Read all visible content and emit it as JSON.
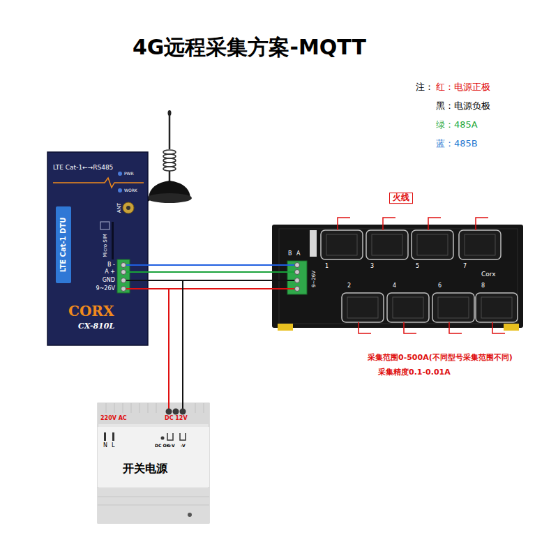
{
  "diagram": {
    "title": "4G远程采集方案-MQTT",
    "nodes": [
      {
        "text": [
          "LTE Cat-1←→RS485",
          "PWR",
          "WORK",
          "ANT",
          "Micro SIM",
          "LTE Cat-1 DTU",
          "B -",
          "A +",
          "GND",
          "9~26V",
          "CORX",
          "CX-810L"
        ]
      },
      {
        "text": [
          "火线",
          "1",
          "3",
          "5",
          "7",
          "2",
          "4",
          "6",
          "8",
          "B",
          "A",
          "9~26V",
          "Corx"
        ]
      },
      {
        "text": [
          "220V AC",
          "DC 12V",
          "N",
          "L",
          "DC OK",
          "+V",
          "-V",
          "开关电源"
        ]
      }
    ],
    "edges": [
      {
        "from": 0,
        "to": 1,
        "arrow": "none"
      },
      {
        "from": 0,
        "to": 1,
        "arrow": "none"
      },
      {
        "from": 0,
        "to": 1,
        "arrow": "none"
      },
      {
        "from": 0,
        "to": 1,
        "arrow": "none"
      },
      {
        "from": 2,
        "to": 0,
        "arrow": "none"
      },
      {
        "from": 2,
        "to": 0,
        "arrow": "none"
      },
      {
        "from": 2,
        "to": 1,
        "arrow": "none"
      },
      {
        "from": 2,
        "to": 1,
        "arrow": "none"
      }
    ],
    "labels": [
      "注：",
      "采集范围0-500A(不同型号采集范围不同)",
      "采集精度0.1-0.01A"
    ],
    "legend": [
      {
        "text": "红：电源正极",
        "color": "#e00000"
      },
      {
        "text": "黑：电源负极",
        "color": "#000000"
      },
      {
        "text": "绿：485A",
        "color": "#1ea83c"
      },
      {
        "text": "蓝：485B",
        "color": "#1f78d1"
      }
    ]
  }
}
